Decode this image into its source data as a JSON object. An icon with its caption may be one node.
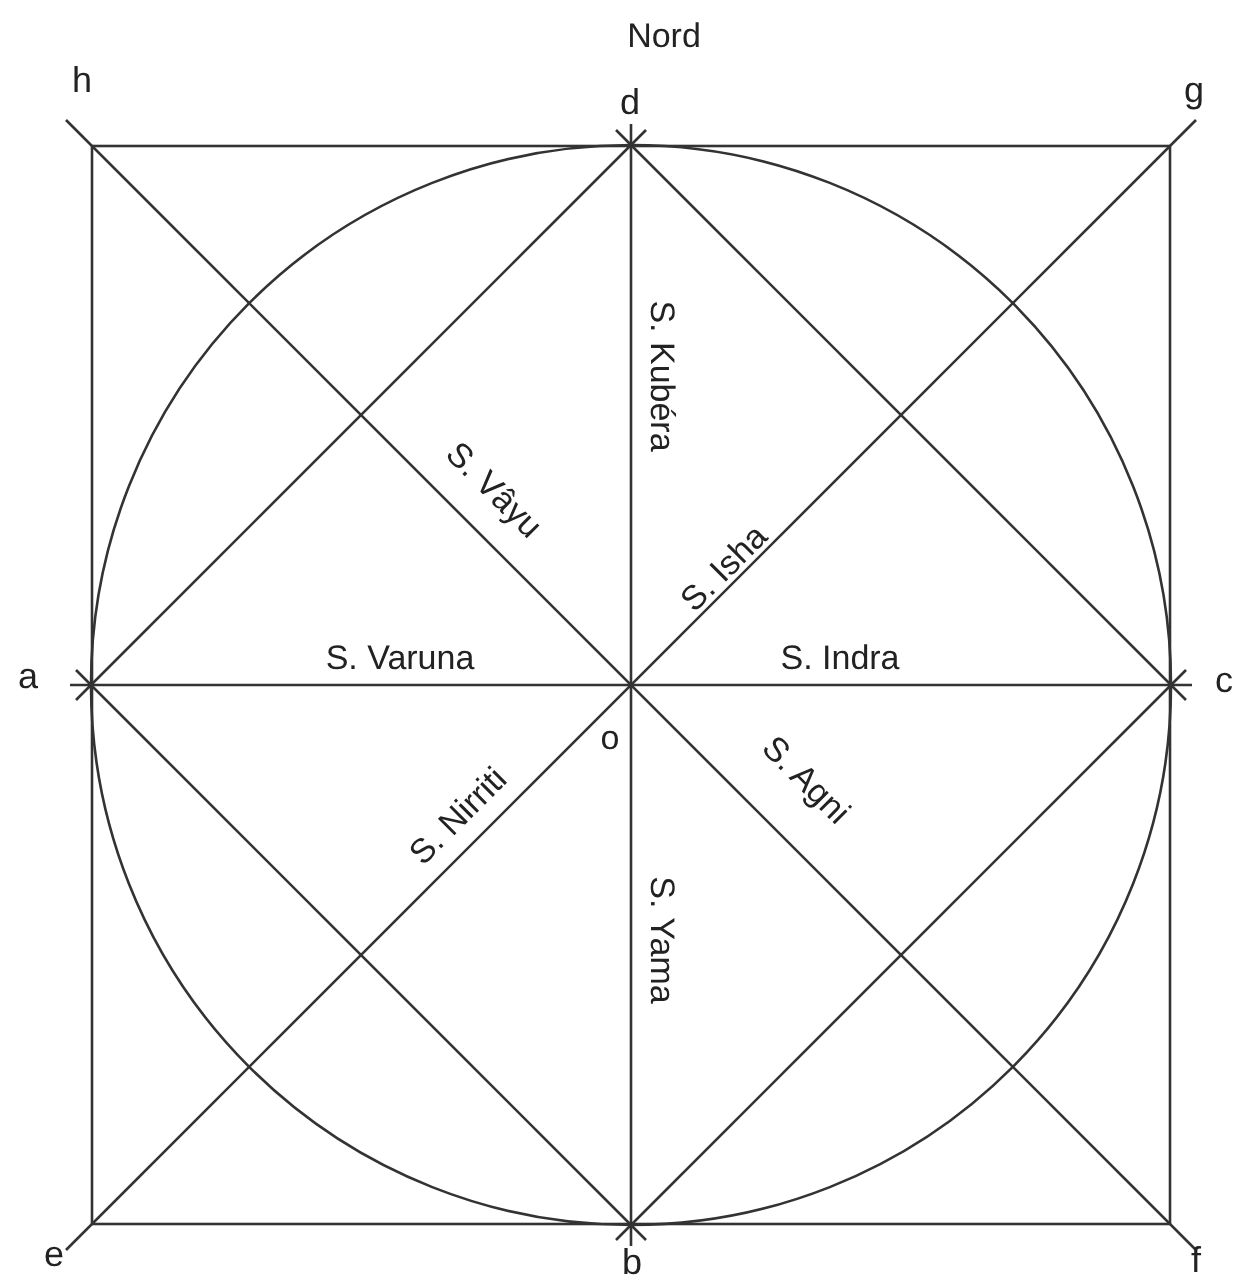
{
  "diagram": {
    "labels": [
      "Nord",
      "h",
      "d",
      "g",
      "S. Kubéra",
      "S. Vâyu",
      "S. Isha",
      "a",
      "S. Varuna",
      "S. Indra",
      "c",
      "o",
      "S. Nirriti",
      "S. Agni",
      "S. Yama",
      "e",
      "b",
      "f"
    ]
  }
}
